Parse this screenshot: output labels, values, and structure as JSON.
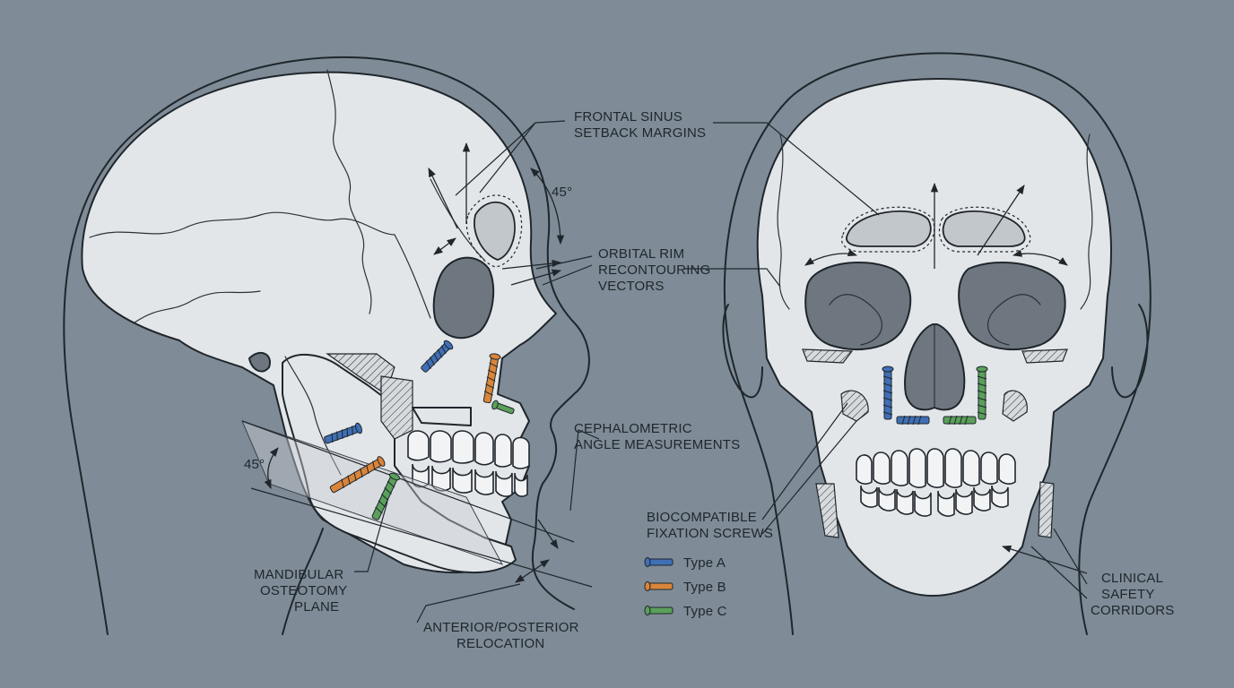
{
  "labels": {
    "frontal_sinus": [
      "FRONTAL SINUS",
      "SETBACK MARGINS"
    ],
    "orbital_rim": [
      "ORBITAL RIM",
      "RECONTOURING",
      "VECTORS"
    ],
    "cephalometric": [
      "CEPHALOMETRIC",
      "ANGLE MEASUREMENTS"
    ],
    "fixation": [
      "BIOCOMPATIBLE",
      "FIXATION SCREWS"
    ],
    "mandibular": [
      "MANDIBULAR",
      "OSTEOTOMY",
      "PLANE"
    ],
    "relocation": [
      "ANTERIOR/POSTERIOR",
      "RELOCATION"
    ],
    "safety": [
      "CLINICAL",
      "SAFETY",
      "CORRIDORS"
    ],
    "angle_top": "45°",
    "angle_left": "45°"
  },
  "legend": [
    {
      "label": "Type A",
      "color": "#3f6fb5"
    },
    {
      "label": "Type B",
      "color": "#d9853a"
    },
    {
      "label": "Type C",
      "color": "#5aa05a"
    }
  ],
  "colors": {
    "background": "#7f8b96",
    "bone": "#e3e6e9",
    "ink": "#1f262c"
  }
}
